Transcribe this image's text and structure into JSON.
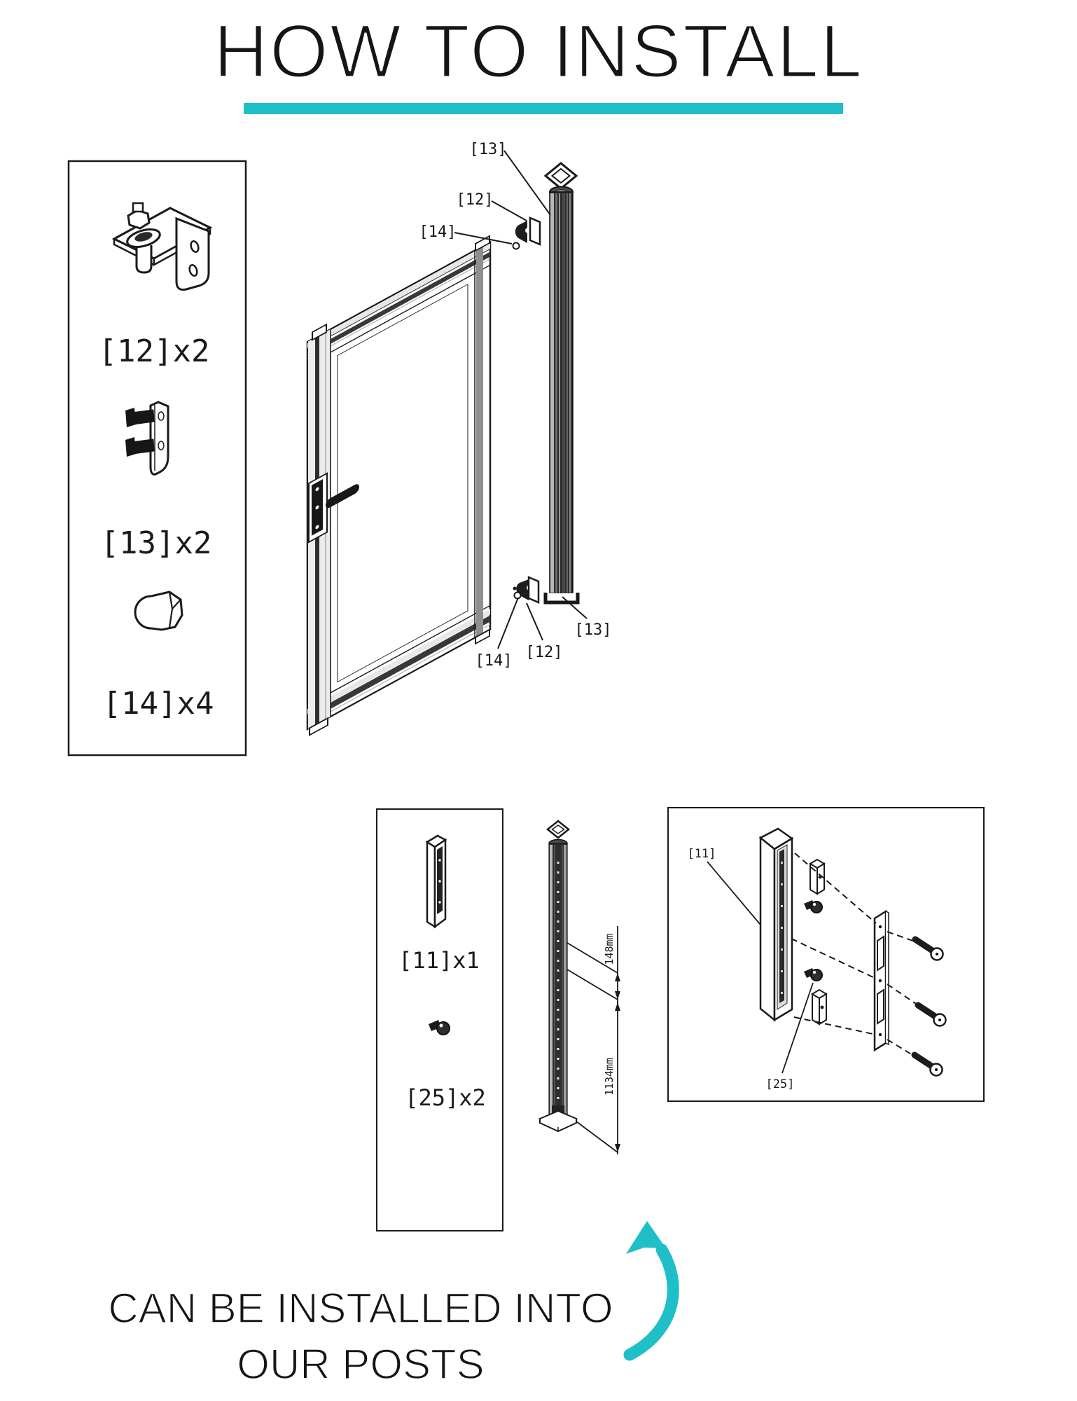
{
  "page": {
    "title": "HOW TO INSTALL",
    "accent_color": "#1FBFC8",
    "footer_line1": "CAN BE INSTALLED INTO",
    "footer_line2": "OUR POSTS"
  },
  "hardware_box": {
    "bracket_label": "[12]x2",
    "hinge_label": "[13]x2",
    "cap_label": "[14]x4"
  },
  "gate_diagram": {
    "callout_top_cap": "[13]",
    "callout_top_hinge": "[12]",
    "callout_top_bolt": "[14]",
    "callout_bottom_bolt": "[14]",
    "callout_bottom_hinge": "[12]",
    "callout_bottom_cap": "[13]"
  },
  "latch_parts_box": {
    "keeper_label": "[11]x1",
    "screw_label": "[25]x2"
  },
  "post_diagram": {
    "dim_top": "148mm",
    "dim_bottom": "1134mm"
  },
  "latch_assembly_box": {
    "keeper_callout": "[11]",
    "screw_callout": "[25]"
  }
}
